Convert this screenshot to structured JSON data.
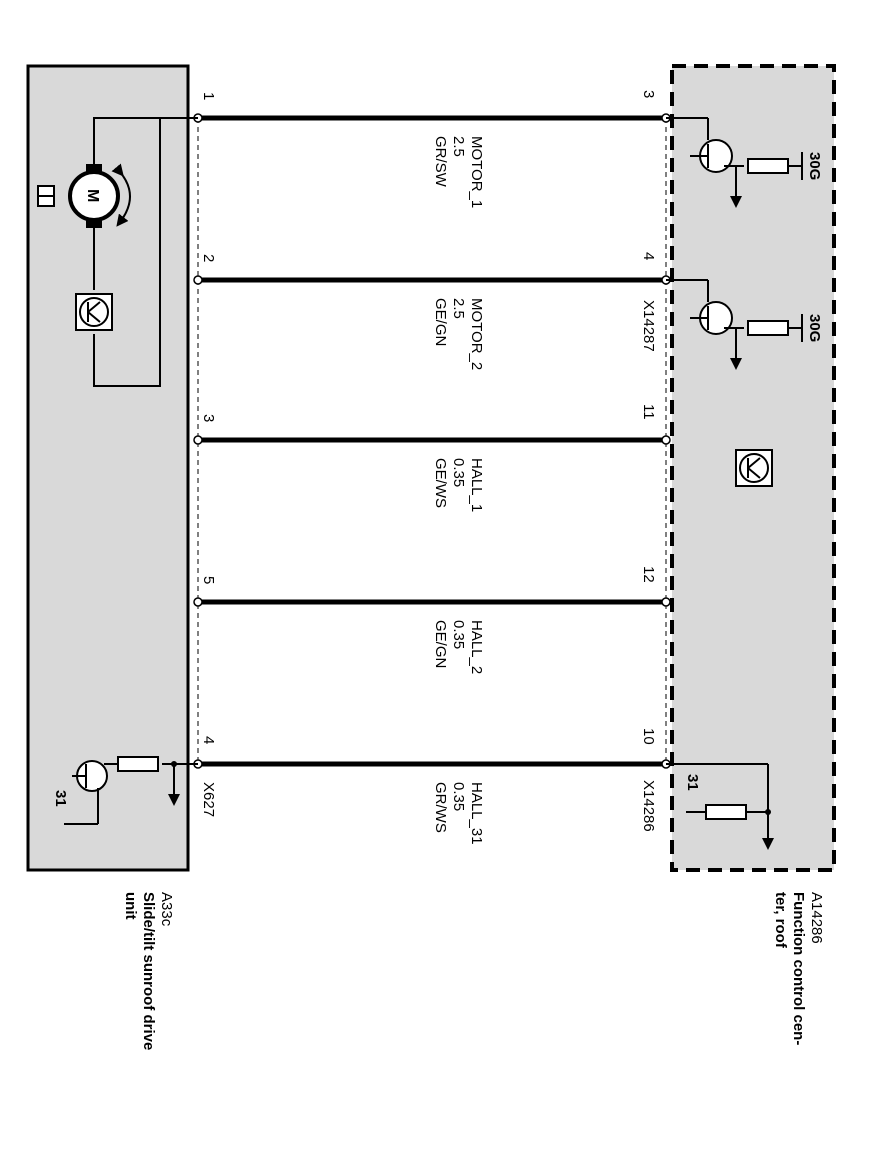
{
  "diagram": {
    "drive_unit": {
      "id": "A33c",
      "description_lines": [
        "Slide/tilt sunroof drive",
        "unit"
      ],
      "connector": "X627",
      "ground_terminal": "31"
    },
    "control_center": {
      "id": "A14286",
      "description_lines": [
        "Function control cen-",
        "ter, roof"
      ],
      "connector_upper": "X14287",
      "connector_lower": "X14286",
      "supply_terminal_1": "30G",
      "supply_terminal_2": "30G",
      "ground_terminal": "31"
    },
    "motor_symbol": "M",
    "wires": [
      {
        "left_pin": "1",
        "right_pin": "3",
        "name": "MOTOR_1",
        "size": "2.5",
        "color": "GR/SW"
      },
      {
        "left_pin": "2",
        "right_pin": "4",
        "name": "MOTOR_2",
        "size": "2.5",
        "color": "GE/GN"
      },
      {
        "left_pin": "3",
        "right_pin": "11",
        "name": "HALL_1",
        "size": "0.35",
        "color": "GE/WS"
      },
      {
        "left_pin": "5",
        "right_pin": "12",
        "name": "HALL_2",
        "size": "0.35",
        "color": "GE/GN"
      },
      {
        "left_pin": "4",
        "right_pin": "10",
        "name": "HALL_31",
        "size": "0.35",
        "color": "GR/WS"
      }
    ],
    "colors": {
      "box_fill": "#d9d9d9",
      "line": "#000000"
    }
  }
}
